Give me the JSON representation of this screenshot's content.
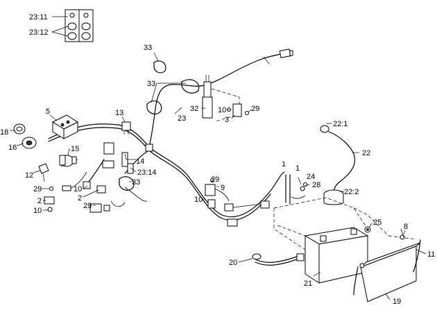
{
  "labels": {
    "l_23_11": "23:11",
    "l_23_12": "23:12",
    "l_33a": "33",
    "l_33b": "33",
    "l_33c": "33",
    "l_5": "5",
    "l_13": "13",
    "l_32": "32",
    "l_23": "23",
    "l_10a": "10",
    "l_29a": "29",
    "l_3": "3",
    "l_18": "18",
    "l_16": "16",
    "l_15": "15",
    "l_12": "12",
    "l_14": "14",
    "l_23_14": "23:14",
    "l_22_1": "22:1",
    "l_22": "22",
    "l_1a": "1",
    "l_1b": "1",
    "l_24": "24",
    "l_28": "28",
    "l_22_2": "22:2",
    "l_29b": "29",
    "l_9": "9",
    "l_10b": "10",
    "l_29c": "29",
    "l_10c": "10",
    "l_2a": "2",
    "l_2b": "2",
    "l_10d": "10",
    "l_29d": "29",
    "l_25": "25",
    "l_8": "8",
    "l_11": "11",
    "l_20": "20",
    "l_21": "21",
    "l_19": "19"
  }
}
